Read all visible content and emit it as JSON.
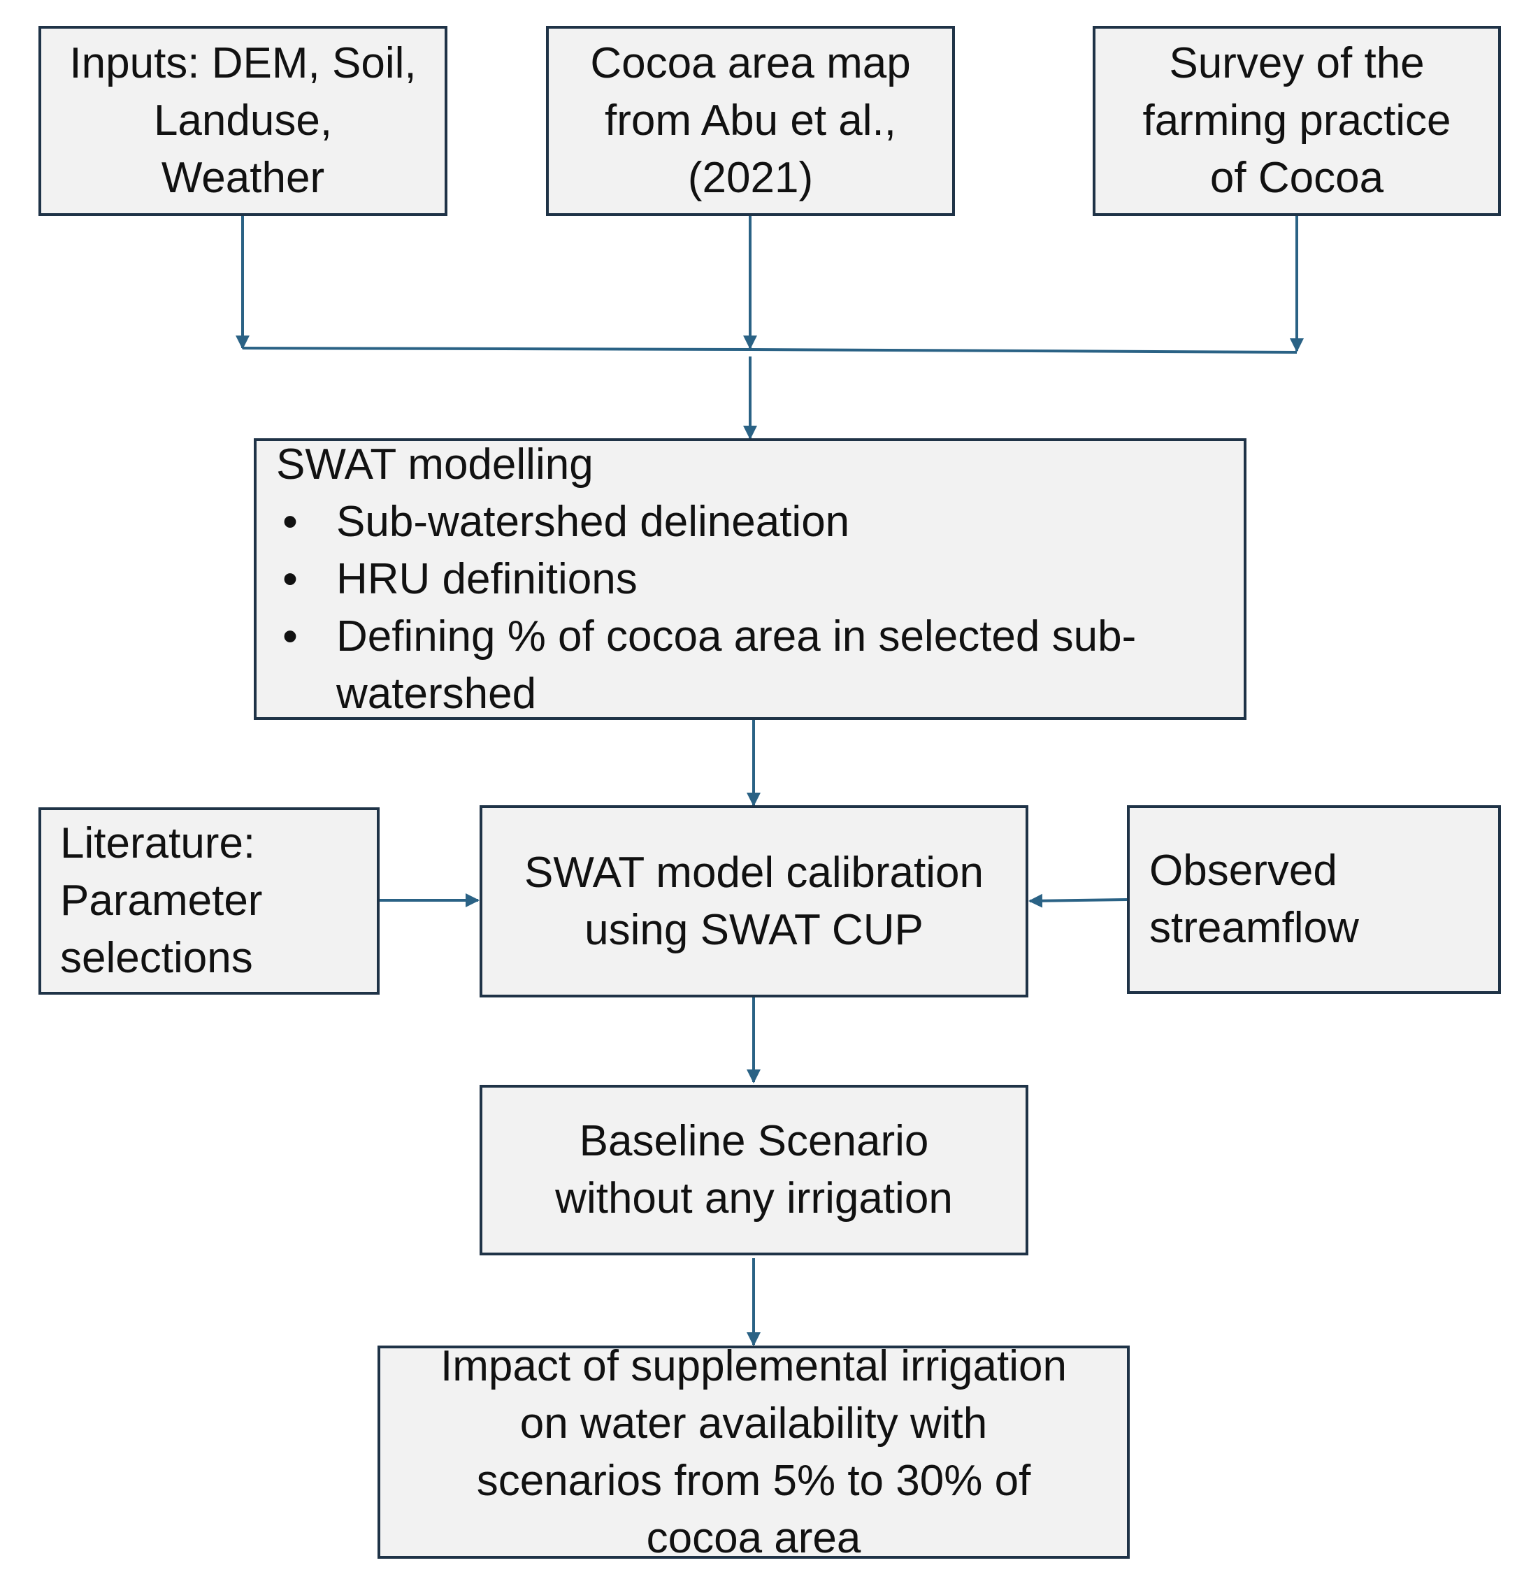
{
  "nodes": {
    "inputs": {
      "lines": [
        "Inputs: DEM, Soil,",
        "Landuse,",
        "Weather"
      ]
    },
    "cocoa_map": {
      "lines": [
        "Cocoa area map",
        "from Abu et al.,",
        "(2021)"
      ]
    },
    "survey": {
      "lines": [
        "Survey of the",
        "farming practice",
        "of Cocoa"
      ]
    },
    "swat_modelling": {
      "title": "SWAT modelling",
      "bullets": [
        {
          "lines": [
            "Sub-watershed delineation"
          ]
        },
        {
          "lines": [
            "HRU definitions"
          ]
        },
        {
          "lines": [
            "Defining % of cocoa area in selected sub-",
            "watershed"
          ]
        }
      ]
    },
    "literature": {
      "lines": [
        "Literature:",
        "Parameter",
        "selections"
      ]
    },
    "calibration": {
      "lines": [
        "SWAT model calibration",
        "using SWAT CUP"
      ]
    },
    "observed": {
      "lines": [
        "Observed",
        "streamflow"
      ]
    },
    "baseline": {
      "lines": [
        "Baseline Scenario",
        "without any irrigation"
      ]
    },
    "impact": {
      "lines": [
        "Impact of supplemental irrigation",
        "on water availability with",
        "scenarios from 5% to 30% of",
        "cocoa area"
      ]
    }
  },
  "colors": {
    "box_fill": "#f2f2f2",
    "box_border": "#1f3347",
    "arrow": "#2a6285",
    "text": "#111111"
  }
}
